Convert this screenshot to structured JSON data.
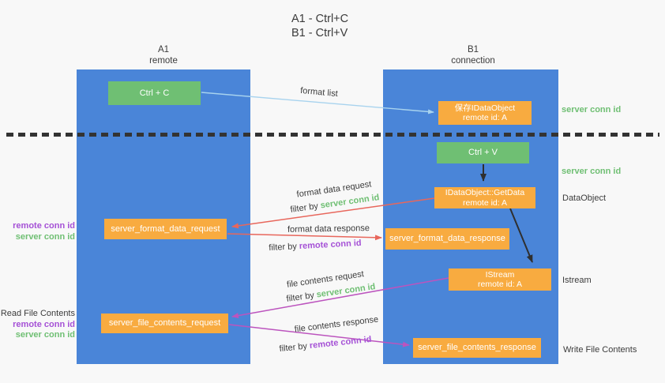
{
  "title": {
    "line1": "A1 - Ctrl+C",
    "line2": "B1 - Ctrl+V"
  },
  "lifelines": {
    "a1": {
      "name": "A1",
      "role": "remote"
    },
    "b1": {
      "name": "B1",
      "role": "connection"
    }
  },
  "nodes": {
    "ctrl_c": "Ctrl + C",
    "ctrl_v": "Ctrl + V",
    "save_idataobject": {
      "line1": "保存IDataObject",
      "line2": "remote id: A"
    },
    "getdata": {
      "line1": "IDataObject::GetData",
      "line2": "remote id: A"
    },
    "istream": {
      "line1": "IStream",
      "line2": "remote id: A"
    },
    "format_request": "server_format_data_request",
    "format_response": "server_format_data_response",
    "file_request": "server_file_contents_request",
    "file_response": "server_file_contents_response"
  },
  "labels": {
    "format_list": "format list",
    "format_data_request": "format data request",
    "format_data_response": "format data response",
    "file_contents_request": "file contents request",
    "file_contents_response": "file contents response",
    "filter_by": "filter by ",
    "server_conn_id": "server conn id",
    "remote_conn_id": "remote conn id"
  },
  "side": {
    "server_conn_id_top": "server conn id",
    "server_conn_id_mid": "server conn id",
    "dataobject": "DataObject",
    "istream": "Istream",
    "read_file_contents": "Read File Contents",
    "write_file_contents": "Write File Contents",
    "remote_conn_id": "remote conn id",
    "server_conn_id": "server conn id"
  },
  "colors": {
    "background": "#f8f8f8",
    "column_blue": "#4a85d8",
    "node_green": "#6fbf73",
    "node_orange": "#f8ab40",
    "arrow_blue": "#a8d3ee",
    "arrow_red": "#e8675c",
    "arrow_magenta": "#bc54be",
    "arrow_black": "#2f2f2f",
    "text_green": "#6fbf73",
    "text_purple": "#a551d6",
    "text_dark": "#3b3b3b"
  }
}
